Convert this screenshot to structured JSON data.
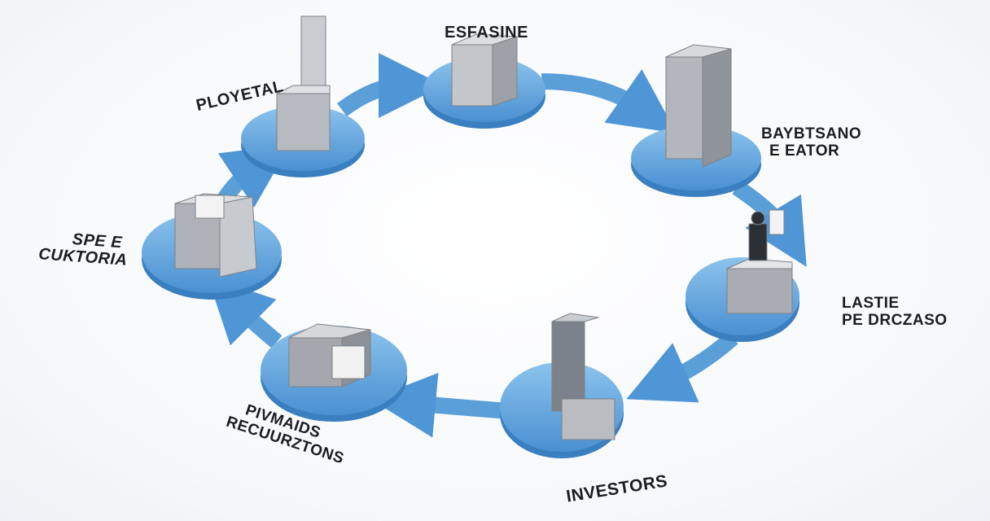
{
  "title": "Real estate cycle diagram",
  "colors": {
    "disc": "#5fa3dc",
    "disc_edge": "#3a7fc0",
    "arrow": "#5b9fd9",
    "building": "#a9adb3",
    "text": "#1b1d22"
  },
  "stages": [
    {
      "line1": "PLOYETAL",
      "line2": ""
    },
    {
      "line1": "ESFASINE",
      "line2": ""
    },
    {
      "line1": "BAYBTSANO",
      "line2": "E EATOR"
    },
    {
      "line1": "LASTIE",
      "line2": "PE DRCZASO"
    },
    {
      "line1": "INVESTORS",
      "line2": ""
    },
    {
      "line1": "PIVMAIDS",
      "line2": "RECUURZTONS"
    },
    {
      "line1": "SPE E",
      "line2": "CUKTORIA"
    }
  ]
}
